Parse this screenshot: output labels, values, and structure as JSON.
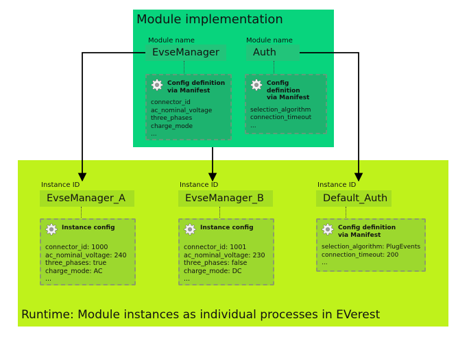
{
  "impl": {
    "title": "Module implementation",
    "modules": [
      {
        "caption": "Module name",
        "name": "EvseManager",
        "config_title_1": "Config definition",
        "config_title_2": "via Manifest",
        "lines": [
          "connector_id",
          "ac_nominal_voltage",
          "three_phases",
          "charge_mode",
          "..."
        ]
      },
      {
        "caption": "Module name",
        "name": "Auth",
        "config_title_1": "Config definition",
        "config_title_2": "via Manifest",
        "lines": [
          "selection_algorithm",
          "connection_timeout",
          "..."
        ]
      }
    ]
  },
  "runtime": {
    "title": "Runtime: Module instances as individual processes in EVerest",
    "instances": [
      {
        "caption": "Instance ID",
        "name": "EvseManager_A",
        "config_title_1": "Instance config",
        "config_title_2": "",
        "lines": [
          "connector_id: 1000",
          "ac_nominal_voltage: 240",
          "three_phases: true",
          "charge_mode: AC",
          "..."
        ]
      },
      {
        "caption": "Instance ID",
        "name": "EvseManager_B",
        "config_title_1": "Instance config",
        "config_title_2": "",
        "lines": [
          "connector_id: 1001",
          "ac_nominal_voltage: 230",
          "three_phases: false",
          "charge_mode: DC",
          "..."
        ]
      },
      {
        "caption": "Instance ID",
        "name": "Default_Auth",
        "config_title_1": "Config definition",
        "config_title_2": "via Manifest",
        "lines": [
          "selection_algorithm: PlugEvents",
          "connection_timeout: 200",
          "..."
        ]
      }
    ]
  },
  "colors": {
    "impl_bg": "#08d47d",
    "runtime_bg": "#bff21b"
  },
  "icons": [
    "gear-icon"
  ]
}
